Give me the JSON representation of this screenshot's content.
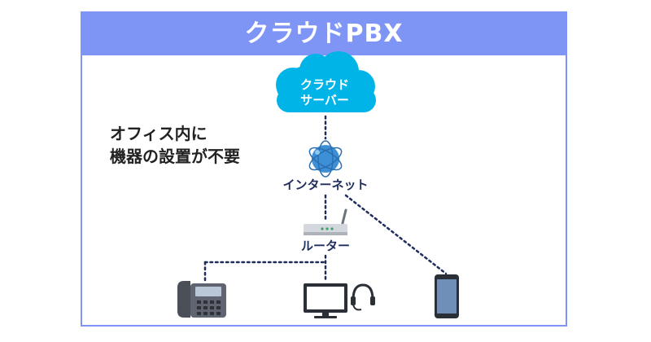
{
  "title": "クラウドPBX",
  "description": {
    "line1": "オフィス内に",
    "line2": "機器の設置が不要"
  },
  "nodes": {
    "cloud_server": {
      "line1": "クラウド",
      "line2": "サーバー",
      "icon": "cloud-icon"
    },
    "internet": {
      "label": "インターネット",
      "icon": "globe-icon"
    },
    "router": {
      "label": "ルーター",
      "icon": "router-icon"
    },
    "ip_phone": {
      "icon": "ip-phone-icon"
    },
    "pc": {
      "icon": "monitor-icon"
    },
    "headset": {
      "icon": "headset-icon"
    },
    "smartphone": {
      "icon": "smartphone-icon"
    }
  },
  "colors": {
    "accent": "#7f95f5",
    "cloud": "#00b4e8",
    "label": "#1f2d5c",
    "link": "#1f2d5c"
  }
}
